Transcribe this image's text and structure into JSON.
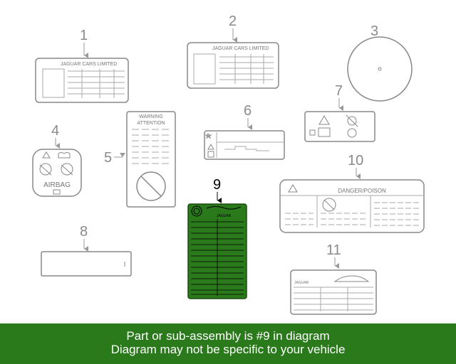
{
  "callouts": [
    "1",
    "2",
    "3",
    "4",
    "5",
    "6",
    "7",
    "8",
    "9",
    "10",
    "11"
  ],
  "selected_callout": "9",
  "label_texts": {
    "jaguar_cars_limited": "JAGUAR CARS LIMITED",
    "warning": "WARNING",
    "attention": "ATTENTION",
    "airbag": "AIRBAG",
    "danger_poison": "DANGER/POISON",
    "jaguar": "JAGUAR"
  },
  "banner": {
    "line1": "Part or sub-assembly is #9 in diagram",
    "line2": "Diagram may not be specific to your vehicle"
  },
  "colors": {
    "highlight_fill": "#2a7a1c",
    "banner_bg": "#2a7a1c",
    "outline": "#888888"
  }
}
